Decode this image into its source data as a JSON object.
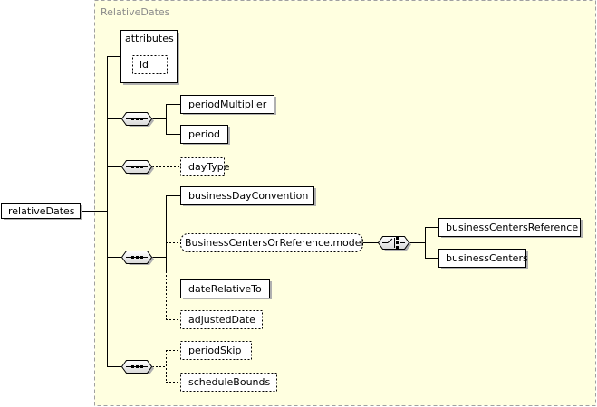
{
  "diagram": {
    "group_title": "RelativeDates",
    "root": "relativeDates",
    "attributes_label": "attributes",
    "attribute_id": "id",
    "elements": {
      "periodMultiplier": "periodMultiplier",
      "period": "period",
      "dayType": "dayType",
      "businessDayConvention": "businessDayConvention",
      "businessCentersModel": "BusinessCentersOrReference.model",
      "businessCentersReference": "businessCentersReference",
      "businessCenters": "businessCenters",
      "dateRelativeTo": "dateRelativeTo",
      "adjustedDate": "adjustedDate",
      "periodSkip": "periodSkip",
      "scheduleBounds": "scheduleBounds"
    },
    "colors": {
      "group_fill": "#ffffe0",
      "group_border": "#a0a0a0",
      "box_fill": "#ffffff",
      "line": "#000000",
      "shadow": "#b0b0b0"
    }
  }
}
